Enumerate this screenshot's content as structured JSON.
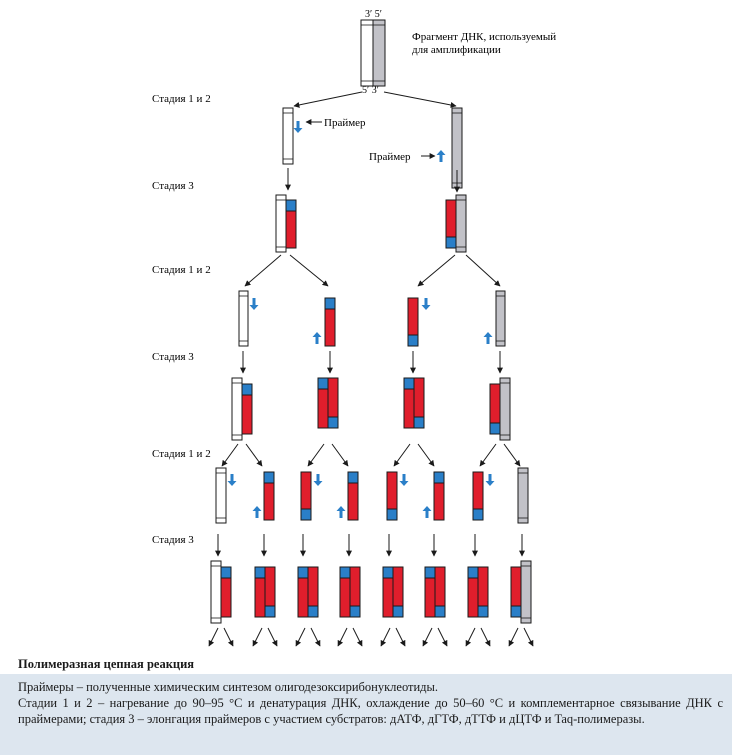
{
  "colors": {
    "original_strand_a": "#ffffff",
    "original_strand_b": "#c2c2c8",
    "new_strand": "#e01e2c",
    "primer": "#2a7fc8",
    "outline": "#1a1a1a"
  },
  "fragment": {
    "label_line1": "Фрагмент ДНК, используемый",
    "label_line2": "для амплификации",
    "top_ends": "3′ 5′",
    "bottom_ends": "5′ 3′"
  },
  "stages": [
    {
      "label": "Стадия 1 и 2"
    },
    {
      "label": "Стадия 3"
    },
    {
      "label": "Стадия 1 и 2"
    },
    {
      "label": "Стадия 3"
    },
    {
      "label": "Стадия 1 и 2"
    },
    {
      "label": "Стадия 3"
    }
  ],
  "primer_labels": {
    "right_of_left_strand": "Праймер",
    "left_of_right_strand": "Праймер"
  },
  "caption": {
    "title": "Полимеразная цепная реакция",
    "line1": "Праймеры – полученные химическим синтезом олигодезоксирибонуклеотиды.",
    "line2": "Стадии 1 и 2 – нагревание до 90–95 °С и денатурация ДНК, охлаждение до 50–60 °С и комплементарное связывание ДНК с праймерами; стадия 3 – элонгация праймеров с участием субстратов: дАТФ, дГТФ, дТТФ и дЦТФ и Taq-полимеразы."
  }
}
